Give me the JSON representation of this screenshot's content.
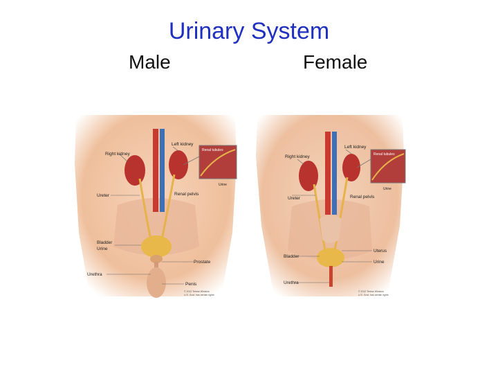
{
  "page": {
    "title": "Urinary System"
  },
  "male": {
    "heading": "Male",
    "labels": {
      "left_kidney": "Left kidney",
      "right_kidney": "Right kidney",
      "renal_tubules": "Renal tubules",
      "urine_inset": "Urine",
      "renal_pelvis": "Renal pelvis",
      "ureter": "Ureter",
      "bladder": "Bladder",
      "urine": "Urine",
      "prostate": "Prostate",
      "urethra": "Urethra",
      "penis": "Penis"
    },
    "copyright_1": "© 2012 Terese Winslow",
    "copyright_2": "U.S. Govt. has certain rights"
  },
  "female": {
    "heading": "Female",
    "labels": {
      "left_kidney": "Left kidney",
      "right_kidney": "Right kidney",
      "renal_tubules": "Renal tubules",
      "urine_inset": "Urine",
      "renal_pelvis": "Renal pelvis",
      "ureter": "Ureter",
      "uterus": "Uterus",
      "bladder": "Bladder",
      "urine": "Urine",
      "urethra": "Urethra"
    },
    "copyright_1": "© 2012 Terese Winslow",
    "copyright_2": "U.S. Govt. has certain rights"
  },
  "colors": {
    "title": "#1f2fbf",
    "skin": "#f2c7a8",
    "kidney": "#b8322e",
    "aorta": "#c8392f",
    "vena_cava": "#3f6fb5",
    "ureter": "#e6b24a",
    "bladder": "#e9b84a"
  }
}
